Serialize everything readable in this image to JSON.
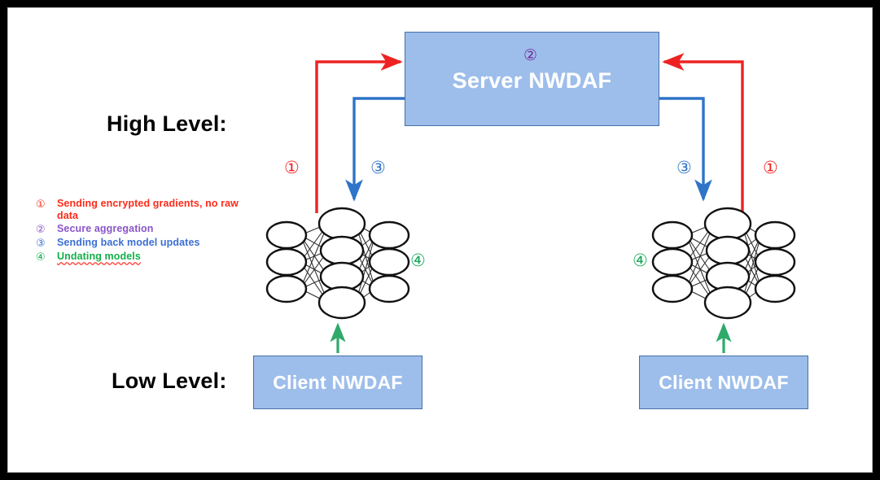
{
  "figure": {
    "labels": {
      "high_level": "High Level:",
      "low_level": "Low Level:"
    },
    "boxes": {
      "server": "Server NWDAF",
      "client_left": "Client NWDAF",
      "client_right": "Client NWDAF"
    },
    "markers": {
      "one": "①",
      "two": "②",
      "three": "③",
      "four": "④"
    },
    "legend": [
      {
        "num": "①",
        "text": "Sending encrypted gradients, no raw data",
        "color": "#ff2a1a"
      },
      {
        "num": "②",
        "text": "Secure aggregation",
        "color": "#8a55c9"
      },
      {
        "num": "③",
        "text": "Sending back model updates",
        "color": "#3b6fd4"
      },
      {
        "num": "④",
        "text": "Undating models",
        "color": "#13b04a"
      }
    ],
    "colors": {
      "box_fill": "#9DBDEA",
      "box_border": "#4472a8",
      "arrow_up_red": "#ee2222",
      "arrow_down_blue": "#2E74C8",
      "arrow_green": "#2faa6a",
      "marker_purple": "#7030A0",
      "frame": "#000000"
    },
    "network": {
      "layers": [
        3,
        4,
        3
      ],
      "node_shape": "ellipse"
    }
  }
}
